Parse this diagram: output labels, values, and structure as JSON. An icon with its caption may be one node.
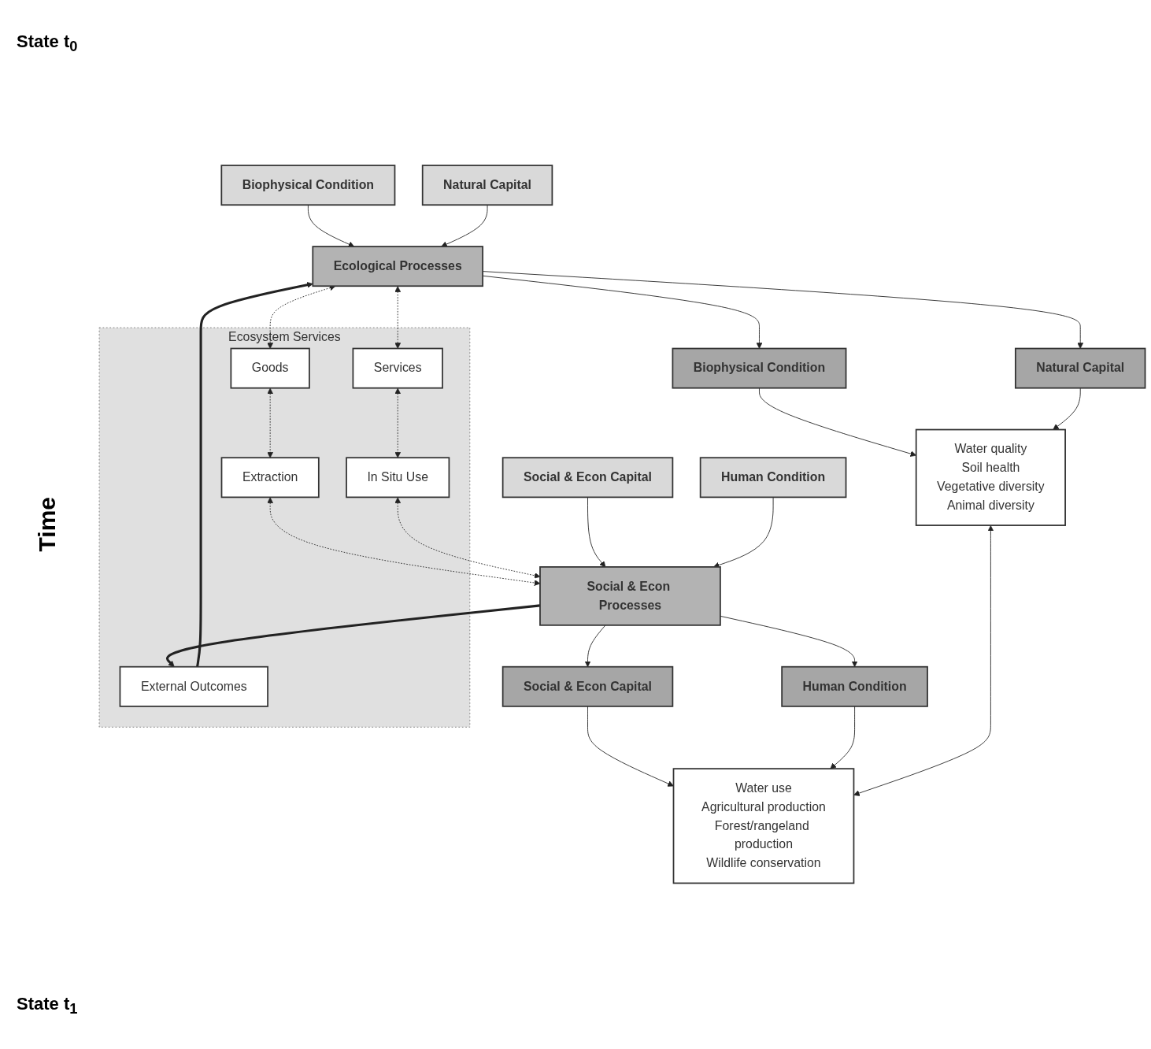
{
  "diagram": {
    "nodes": [
      {
        "text": [
          "Biophysical Condition"
        ]
      },
      {
        "text": [
          "Natural Capital"
        ]
      },
      {
        "text": [
          "Social & Econ Capital"
        ]
      },
      {
        "text": [
          "Human Condition"
        ]
      },
      {
        "text": [
          "Ecological Processes"
        ]
      },
      {
        "text": [
          "Ecosystem Services"
        ]
      },
      {
        "text": [
          "Goods"
        ],
        "in": 5
      },
      {
        "text": [
          "Extraction"
        ],
        "in": 5
      },
      {
        "text": [
          "Services"
        ],
        "in": 5
      },
      {
        "text": [
          "In Situ Use"
        ],
        "in": 5
      },
      {
        "text": [
          "External Outcomes"
        ],
        "in": 5
      },
      {
        "text": [
          "Social & Econ Processes"
        ]
      },
      {
        "text": [
          "Biophysical Condition"
        ]
      },
      {
        "text": [
          "Natural Capital"
        ]
      },
      {
        "text": [
          "Social & Econ Capital"
        ]
      },
      {
        "text": [
          "Human Condition"
        ]
      },
      {
        "text": [
          "Water quality",
          "Soil health",
          "Vegetative diversity",
          "Animal diversity"
        ]
      },
      {
        "text": [
          "Water use",
          "Agricultural production",
          "Forest/rangeland production",
          "Wildlife conservation"
        ]
      }
    ],
    "edges": [
      {
        "from": 0,
        "to": 4,
        "arrow": "to"
      },
      {
        "from": 1,
        "to": 4,
        "arrow": "to"
      },
      {
        "from": 2,
        "to": 11,
        "arrow": "to"
      },
      {
        "from": 3,
        "to": 11,
        "arrow": "to"
      },
      {
        "from": 4,
        "to": 6,
        "arrow": "both",
        "style": "dashed"
      },
      {
        "from": 6,
        "to": 7,
        "arrow": "both",
        "style": "dashed"
      },
      {
        "from": 7,
        "to": 11,
        "arrow": "both",
        "style": "dashed"
      },
      {
        "from": 4,
        "to": 8,
        "arrow": "both",
        "style": "dashed"
      },
      {
        "from": 8,
        "to": 9,
        "arrow": "both",
        "style": "dashed"
      },
      {
        "from": 9,
        "to": 11,
        "arrow": "both",
        "style": "dashed"
      },
      {
        "from": 11,
        "to": 10,
        "arrow": "to",
        "style": "thick"
      },
      {
        "from": 10,
        "to": 4,
        "arrow": "to",
        "style": "thick"
      },
      {
        "from": 4,
        "to": 12,
        "arrow": "to"
      },
      {
        "from": 4,
        "to": 13,
        "arrow": "to"
      },
      {
        "from": 11,
        "to": 14,
        "arrow": "to"
      },
      {
        "from": 11,
        "to": 15,
        "arrow": "to"
      },
      {
        "from": 12,
        "to": 16,
        "arrow": "to"
      },
      {
        "from": 13,
        "to": 16,
        "arrow": "to"
      },
      {
        "from": 14,
        "to": 17,
        "arrow": "to"
      },
      {
        "from": 15,
        "to": 17,
        "arrow": "to"
      },
      {
        "from": 16,
        "to": 17,
        "arrow": "both"
      }
    ],
    "labels": [
      "State t$_{0}$",
      "Time",
      "State t$_{1}$"
    ]
  }
}
